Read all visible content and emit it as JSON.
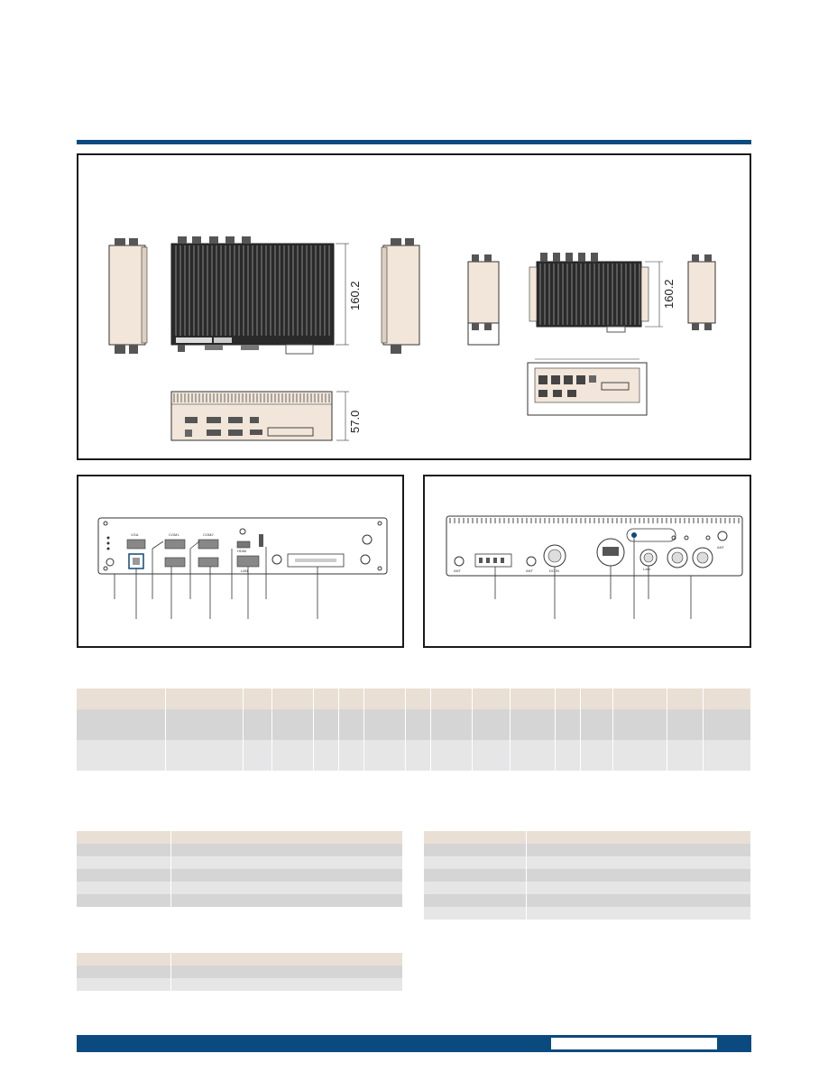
{
  "dimensions": {
    "large_height": "160.2",
    "large_front_height": "57.0",
    "small_height": "160.2"
  },
  "front_io_labels": {
    "vga": "VGA",
    "com1": "COM1",
    "com2": "COM2",
    "lan": "LAN",
    "hdmi": "HDMI"
  },
  "rear_io_labels": {
    "ant_left": "ANT",
    "ant_mid": "ANT",
    "ant_right": "ANT",
    "dc_in": "DC IN",
    "lan": "LAN"
  },
  "colors": {
    "brand_blue": "#0b4a7e",
    "header_beige": "#eadfd4",
    "row_gray_dark": "#d5d5d6",
    "row_gray_light": "#e6e6e7",
    "device_body": "#f1e6d9"
  }
}
